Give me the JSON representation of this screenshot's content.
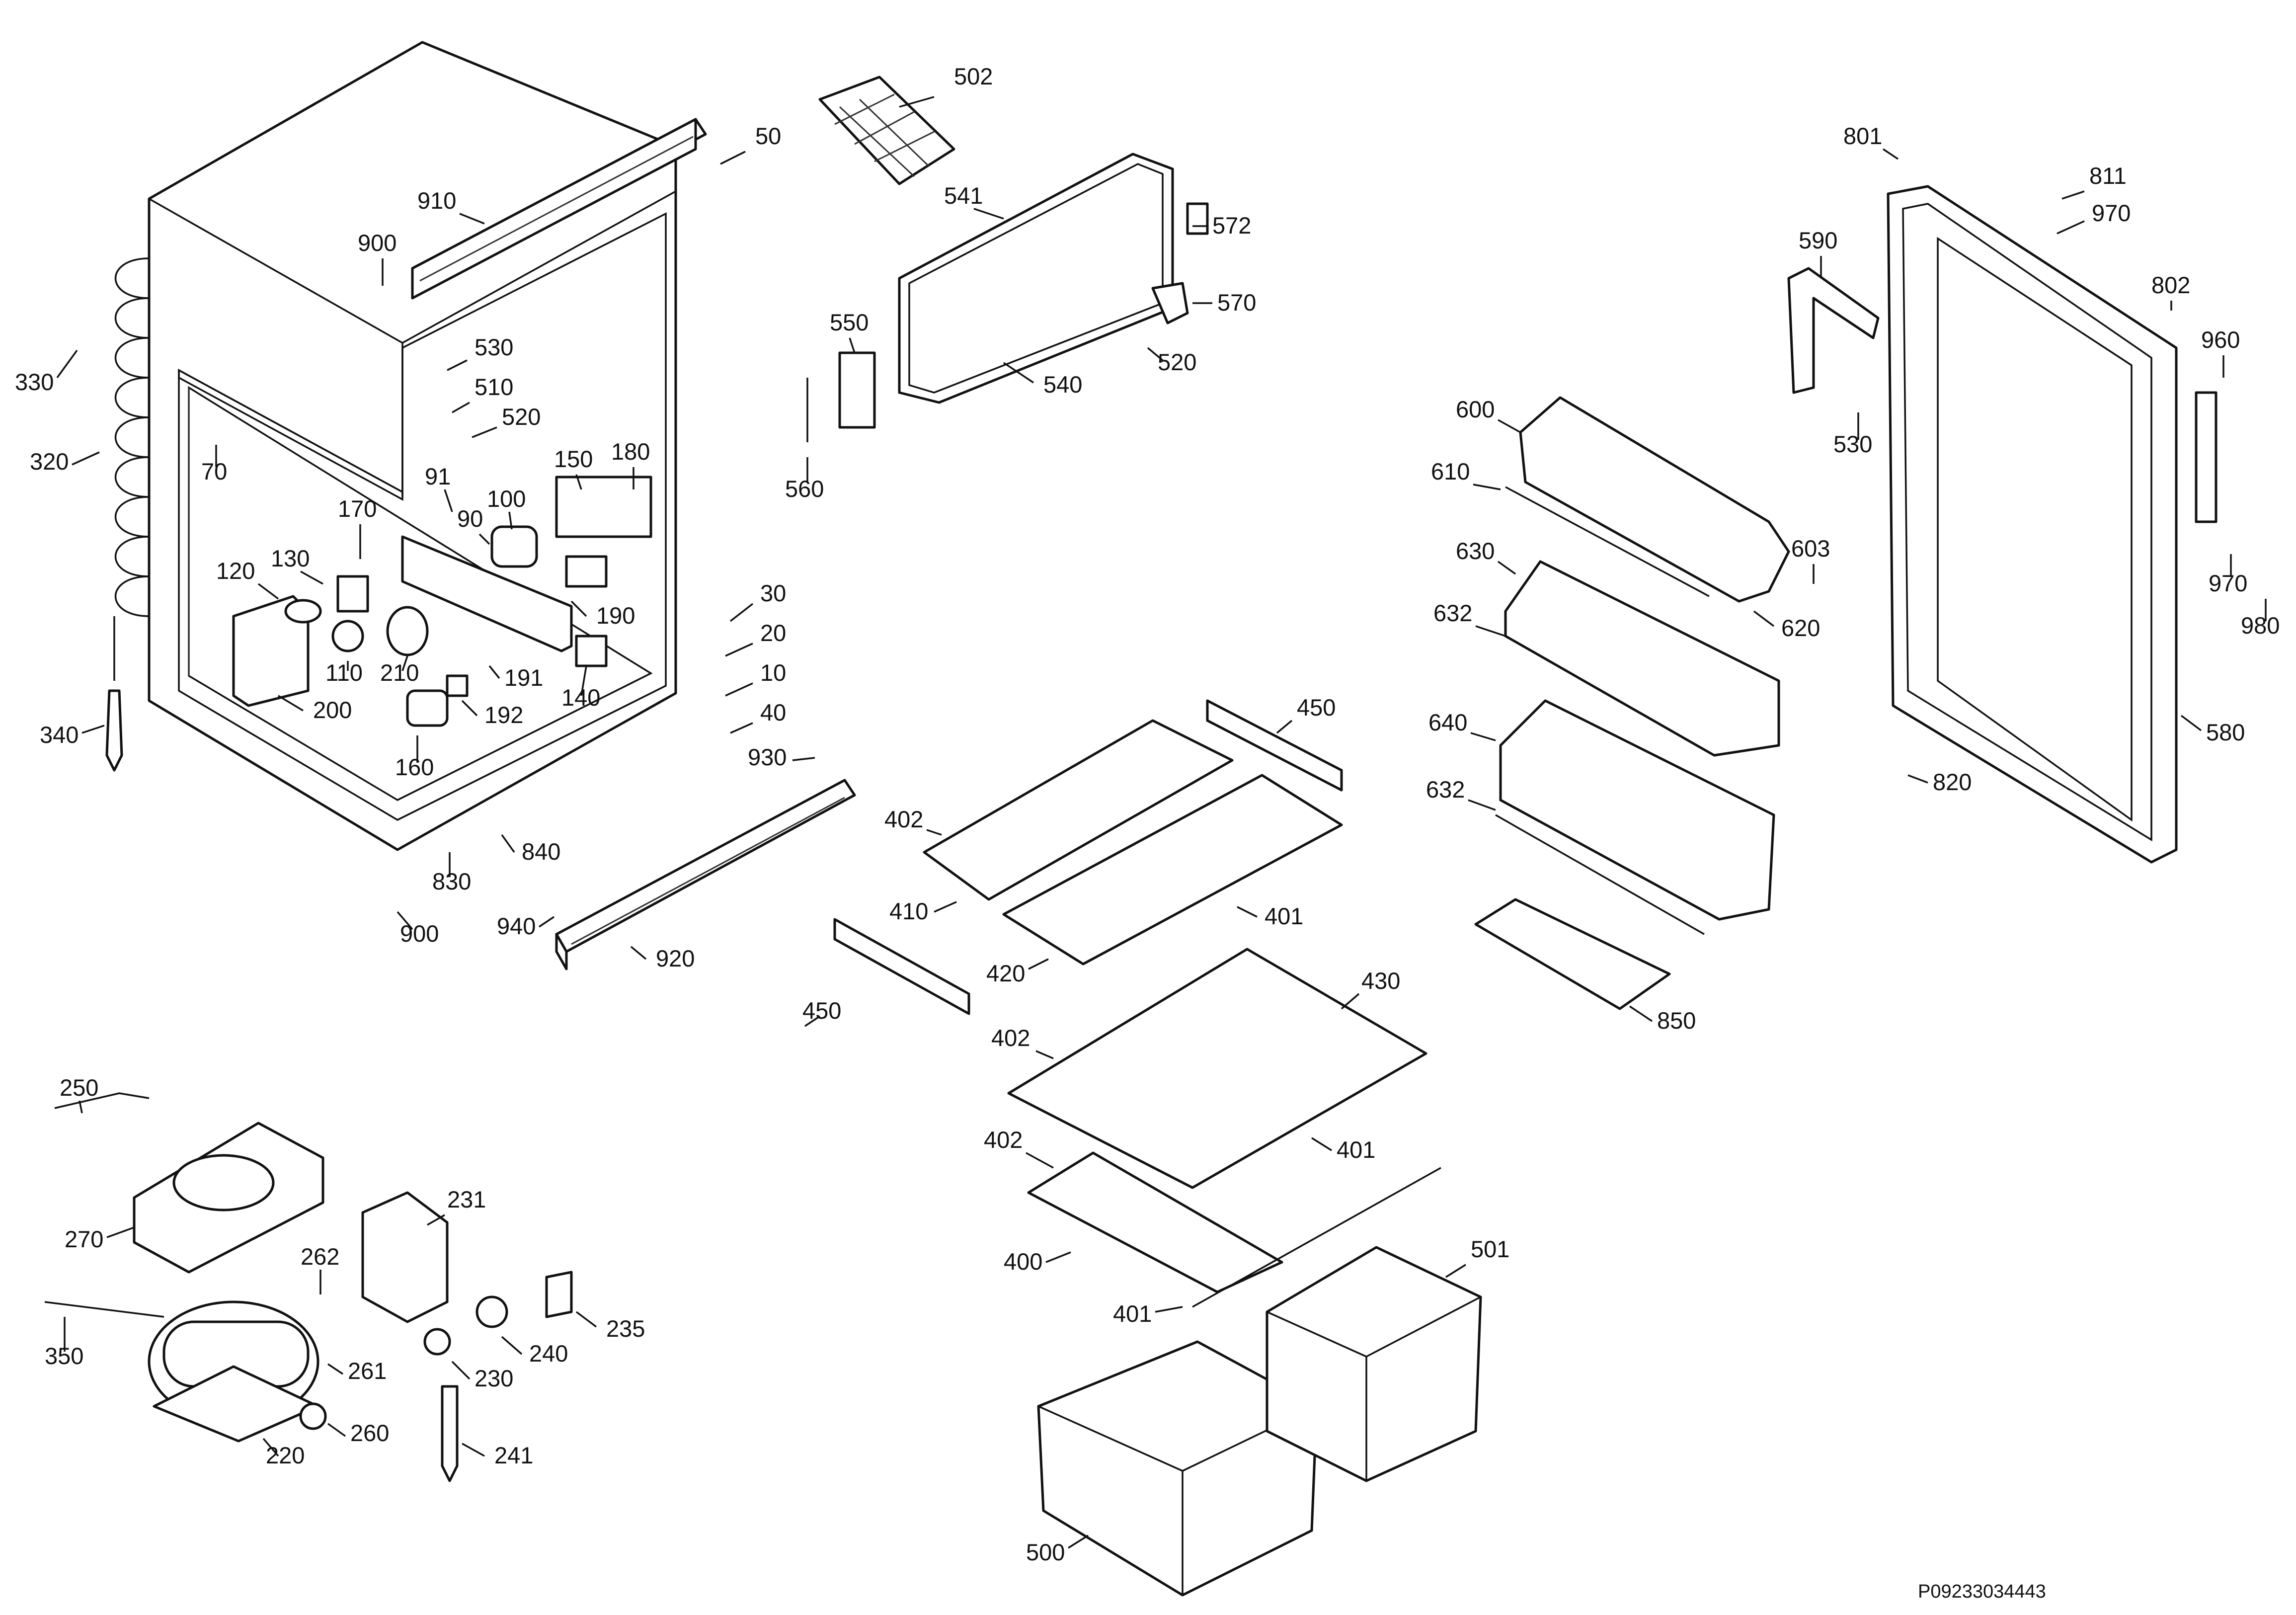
{
  "diagram": {
    "type": "exploded-parts-diagram",
    "reference_code": "P09233034443",
    "labels": [
      {
        "id": "p502",
        "text": "502"
      },
      {
        "id": "p50",
        "text": "50"
      },
      {
        "id": "p541",
        "text": "541"
      },
      {
        "id": "p572",
        "text": "572"
      },
      {
        "id": "p570",
        "text": "570"
      },
      {
        "id": "p550",
        "text": "550"
      },
      {
        "id": "p540",
        "text": "540"
      },
      {
        "id": "p520b",
        "text": "520"
      },
      {
        "id": "p560",
        "text": "560"
      },
      {
        "id": "p910",
        "text": "910"
      },
      {
        "id": "p900a",
        "text": "900"
      },
      {
        "id": "p330",
        "text": "330"
      },
      {
        "id": "p530a",
        "text": "530"
      },
      {
        "id": "p510",
        "text": "510"
      },
      {
        "id": "p520a",
        "text": "520"
      },
      {
        "id": "p320",
        "text": "320"
      },
      {
        "id": "p70",
        "text": "70"
      },
      {
        "id": "p91",
        "text": "91"
      },
      {
        "id": "p150",
        "text": "150"
      },
      {
        "id": "p180",
        "text": "180"
      },
      {
        "id": "p90",
        "text": "90"
      },
      {
        "id": "p100",
        "text": "100"
      },
      {
        "id": "p170",
        "text": "170"
      },
      {
        "id": "p120",
        "text": "120"
      },
      {
        "id": "p130",
        "text": "130"
      },
      {
        "id": "p190",
        "text": "190"
      },
      {
        "id": "p30",
        "text": "30"
      },
      {
        "id": "p20",
        "text": "20"
      },
      {
        "id": "p110",
        "text": "110"
      },
      {
        "id": "p210",
        "text": "210"
      },
      {
        "id": "p191",
        "text": "191"
      },
      {
        "id": "p140",
        "text": "140"
      },
      {
        "id": "p10",
        "text": "10"
      },
      {
        "id": "p200",
        "text": "200"
      },
      {
        "id": "p192",
        "text": "192"
      },
      {
        "id": "p40",
        "text": "40"
      },
      {
        "id": "p340",
        "text": "340"
      },
      {
        "id": "p160",
        "text": "160"
      },
      {
        "id": "p930",
        "text": "930"
      },
      {
        "id": "p840",
        "text": "840"
      },
      {
        "id": "p830",
        "text": "830"
      },
      {
        "id": "p940",
        "text": "940"
      },
      {
        "id": "p900b",
        "text": "900"
      },
      {
        "id": "p920",
        "text": "920"
      },
      {
        "id": "p450a",
        "text": "450"
      },
      {
        "id": "p402a",
        "text": "402"
      },
      {
        "id": "p410",
        "text": "410"
      },
      {
        "id": "p401a",
        "text": "401"
      },
      {
        "id": "p420",
        "text": "420"
      },
      {
        "id": "p450b",
        "text": "450"
      },
      {
        "id": "p430",
        "text": "430"
      },
      {
        "id": "p402b",
        "text": "402"
      },
      {
        "id": "p402c",
        "text": "402"
      },
      {
        "id": "p401b",
        "text": "401"
      },
      {
        "id": "p400",
        "text": "400"
      },
      {
        "id": "p401c",
        "text": "401"
      },
      {
        "id": "p501",
        "text": "501"
      },
      {
        "id": "p500",
        "text": "500"
      },
      {
        "id": "p250",
        "text": "250"
      },
      {
        "id": "p270",
        "text": "270"
      },
      {
        "id": "p231",
        "text": "231"
      },
      {
        "id": "p262",
        "text": "262"
      },
      {
        "id": "p350",
        "text": "350"
      },
      {
        "id": "p235",
        "text": "235"
      },
      {
        "id": "p261",
        "text": "261"
      },
      {
        "id": "p240",
        "text": "240"
      },
      {
        "id": "p230",
        "text": "230"
      },
      {
        "id": "p260",
        "text": "260"
      },
      {
        "id": "p241",
        "text": "241"
      },
      {
        "id": "p220",
        "text": "220"
      },
      {
        "id": "p801",
        "text": "801"
      },
      {
        "id": "p811",
        "text": "811"
      },
      {
        "id": "p970a",
        "text": "970"
      },
      {
        "id": "p590",
        "text": "590"
      },
      {
        "id": "p802",
        "text": "802"
      },
      {
        "id": "p960",
        "text": "960"
      },
      {
        "id": "p600",
        "text": "600"
      },
      {
        "id": "p530b",
        "text": "530"
      },
      {
        "id": "p610",
        "text": "610"
      },
      {
        "id": "p603",
        "text": "603"
      },
      {
        "id": "p630",
        "text": "630"
      },
      {
        "id": "p970b",
        "text": "970"
      },
      {
        "id": "p632a",
        "text": "632"
      },
      {
        "id": "p620",
        "text": "620"
      },
      {
        "id": "p980",
        "text": "980"
      },
      {
        "id": "p640",
        "text": "640"
      },
      {
        "id": "p580",
        "text": "580"
      },
      {
        "id": "p820",
        "text": "820"
      },
      {
        "id": "p632b",
        "text": "632"
      },
      {
        "id": "p850",
        "text": "850"
      }
    ]
  }
}
